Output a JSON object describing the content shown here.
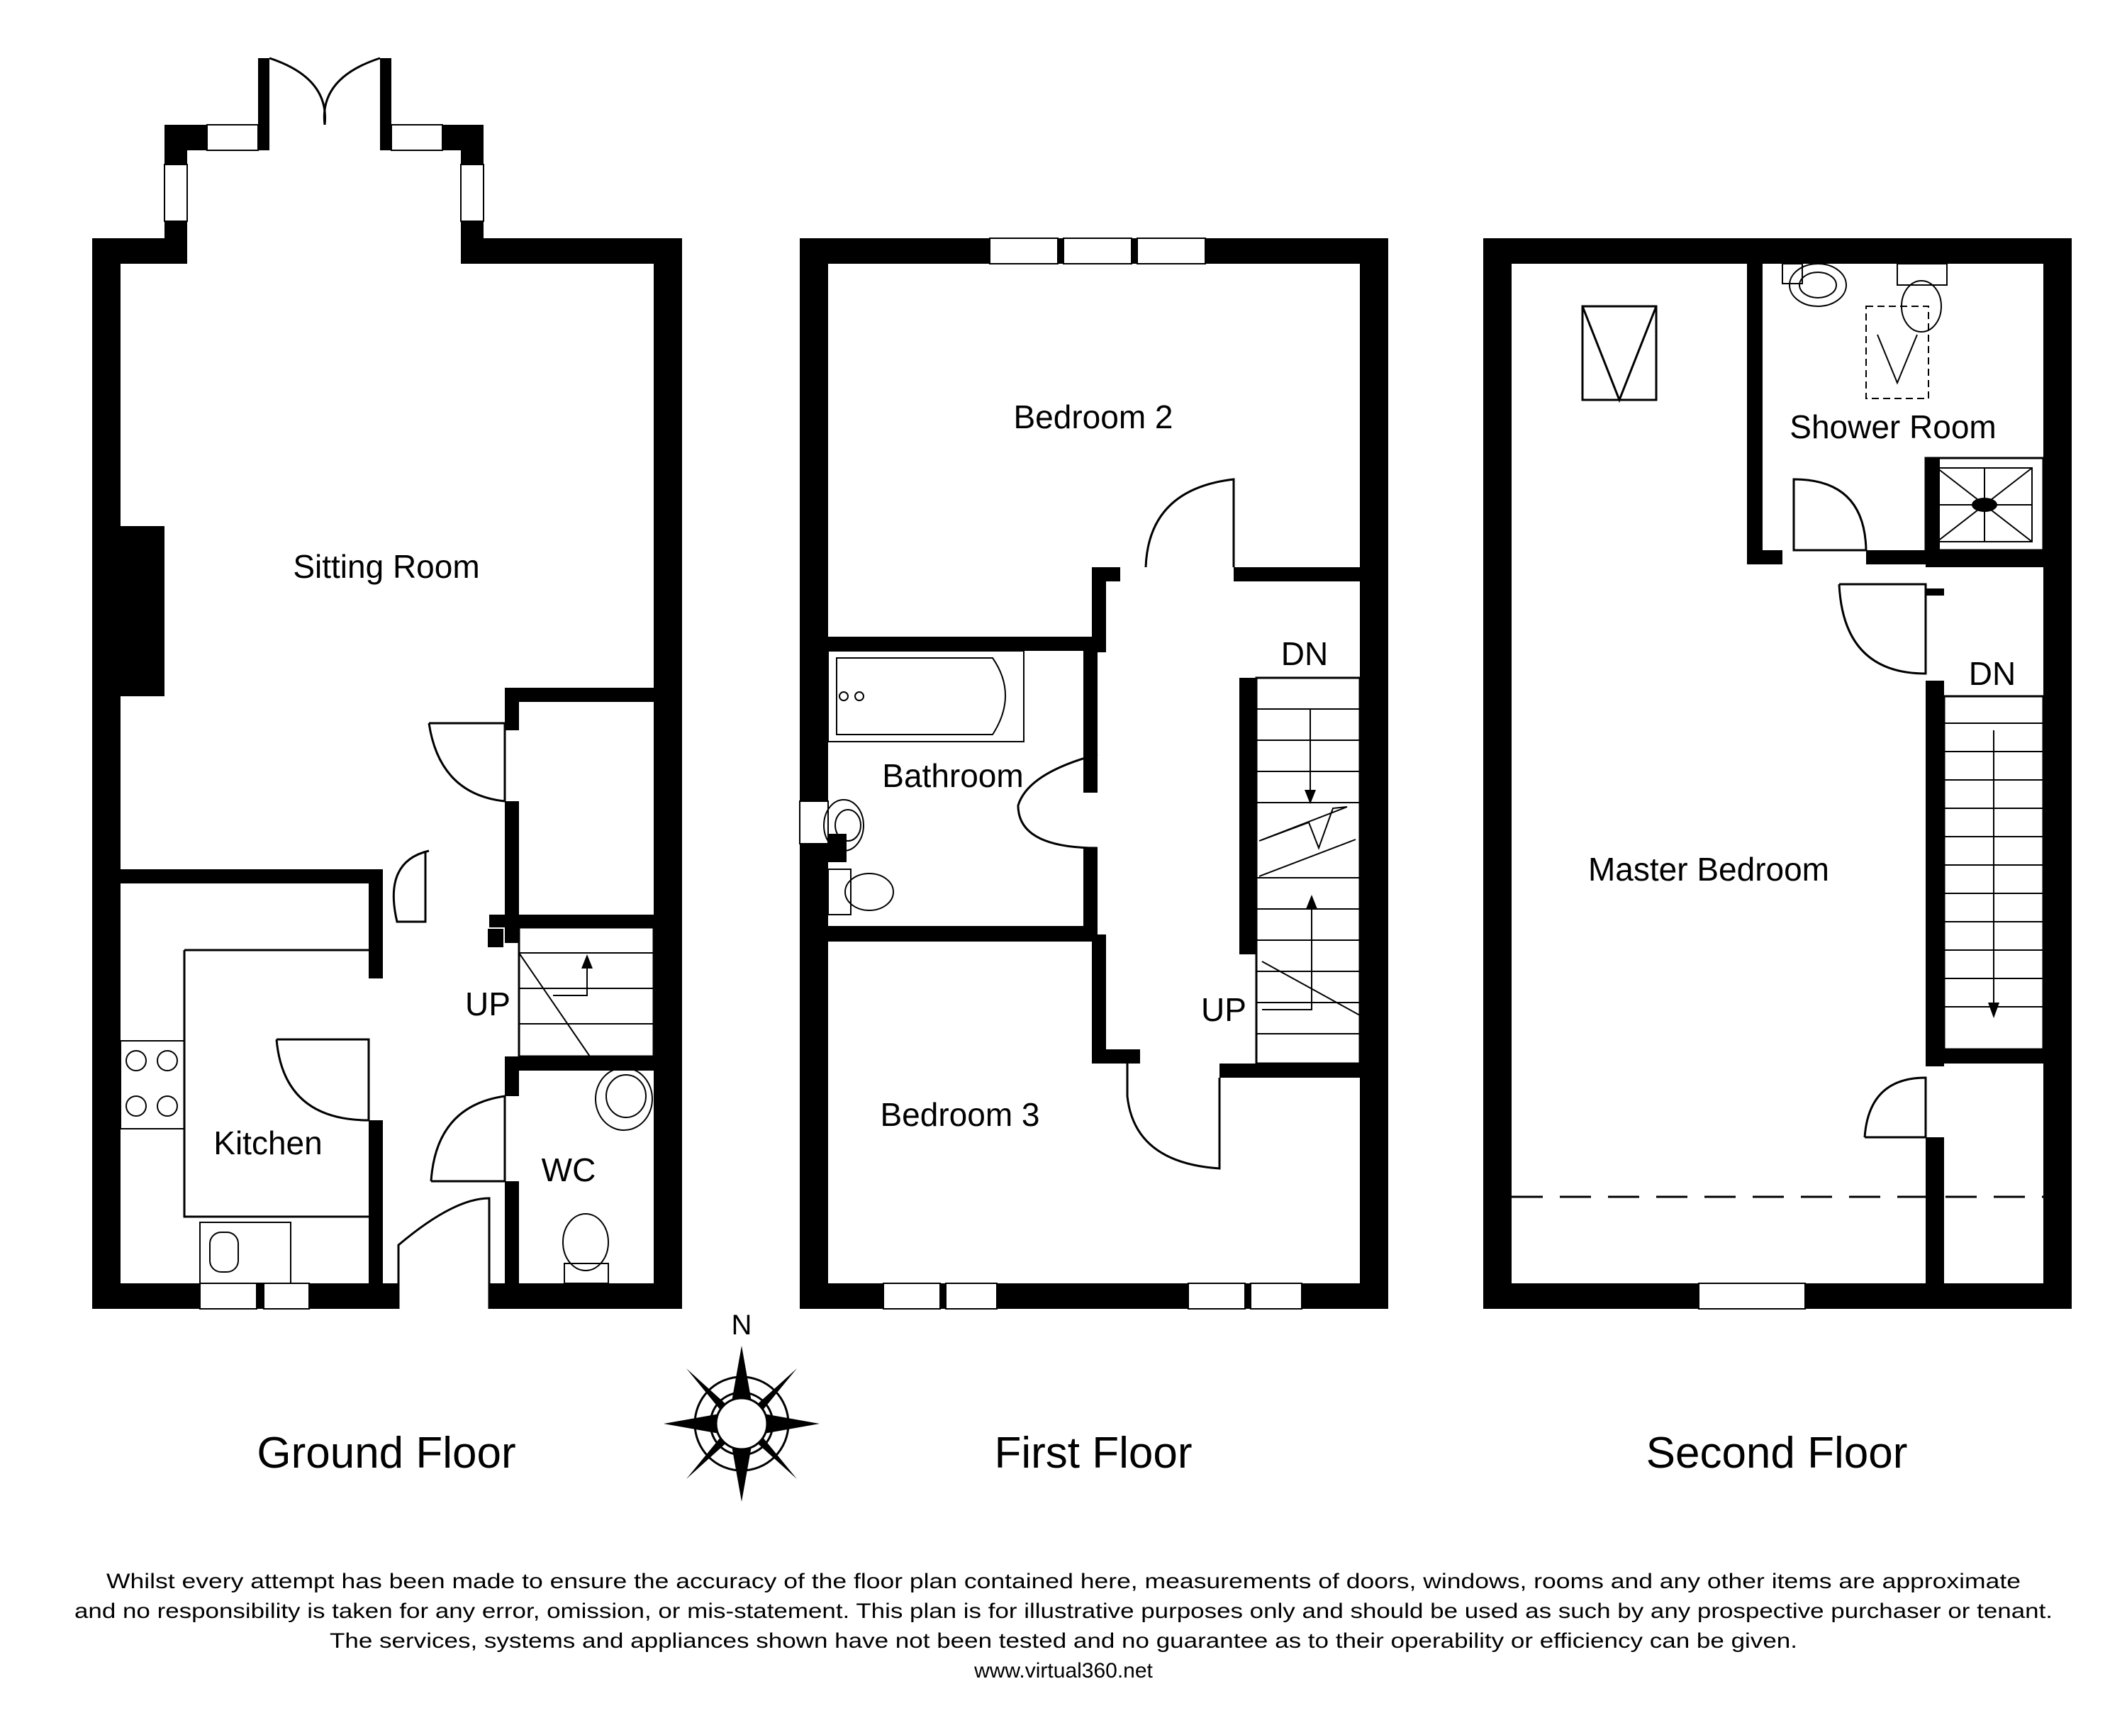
{
  "rooms": {
    "sitting_room": "Sitting Room",
    "kitchen": "Kitchen",
    "wc": "WC",
    "bedroom_2": "Bedroom 2",
    "bathroom": "Bathroom",
    "bedroom_3": "Bedroom 3",
    "master_bedroom": "Master Bedroom",
    "shower_room": "Shower Room"
  },
  "stairs": {
    "ground_up": "UP",
    "first_up": "UP",
    "first_dn": "DN",
    "second_dn": "DN"
  },
  "floors": {
    "ground": "Ground Floor",
    "first": "First Floor",
    "second": "Second Floor"
  },
  "compass": {
    "north": "N"
  },
  "disclaimer": {
    "line1": "Whilst every attempt has been made to ensure the accuracy of the floor plan contained here, measurements of doors, windows, rooms and any other items are approximate",
    "line2": "and no responsibility is taken for any error, omission, or mis-statement. This plan is for illustrative purposes only and should be used as such by any prospective purchaser or tenant.",
    "line3": "The services, systems and appliances shown have not been tested and no guarantee as to their operability or efficiency can be given.",
    "url": "www.virtual360.net"
  }
}
